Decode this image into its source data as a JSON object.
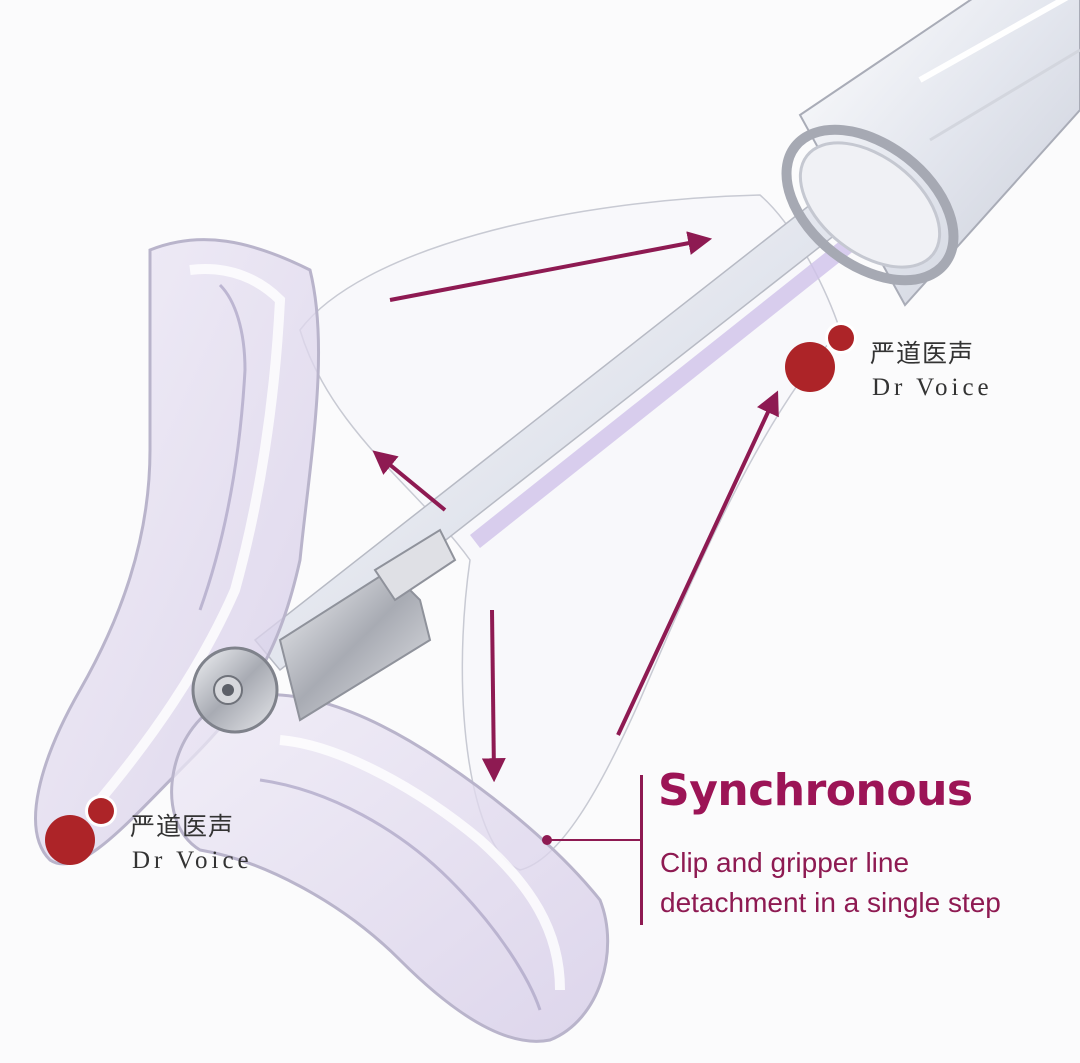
{
  "watermarks": [
    {
      "chinese": "严道医声",
      "english": "Dr Voice"
    },
    {
      "chinese": "严道医声",
      "english": "Dr Voice"
    }
  ],
  "caption": {
    "title": "Synchronous",
    "body_lines": [
      "Clip and gripper line",
      "detachment in a single step"
    ]
  },
  "colors": {
    "accent": "#9c1456",
    "arrow": "#8e1a52",
    "logo_red": "#ad2428",
    "device_lavender": "#d9d0ea",
    "metal": "#a8abb3"
  },
  "icons": {
    "arrows": "arrow-icon",
    "logo": "dr-voice-logo-icon"
  }
}
